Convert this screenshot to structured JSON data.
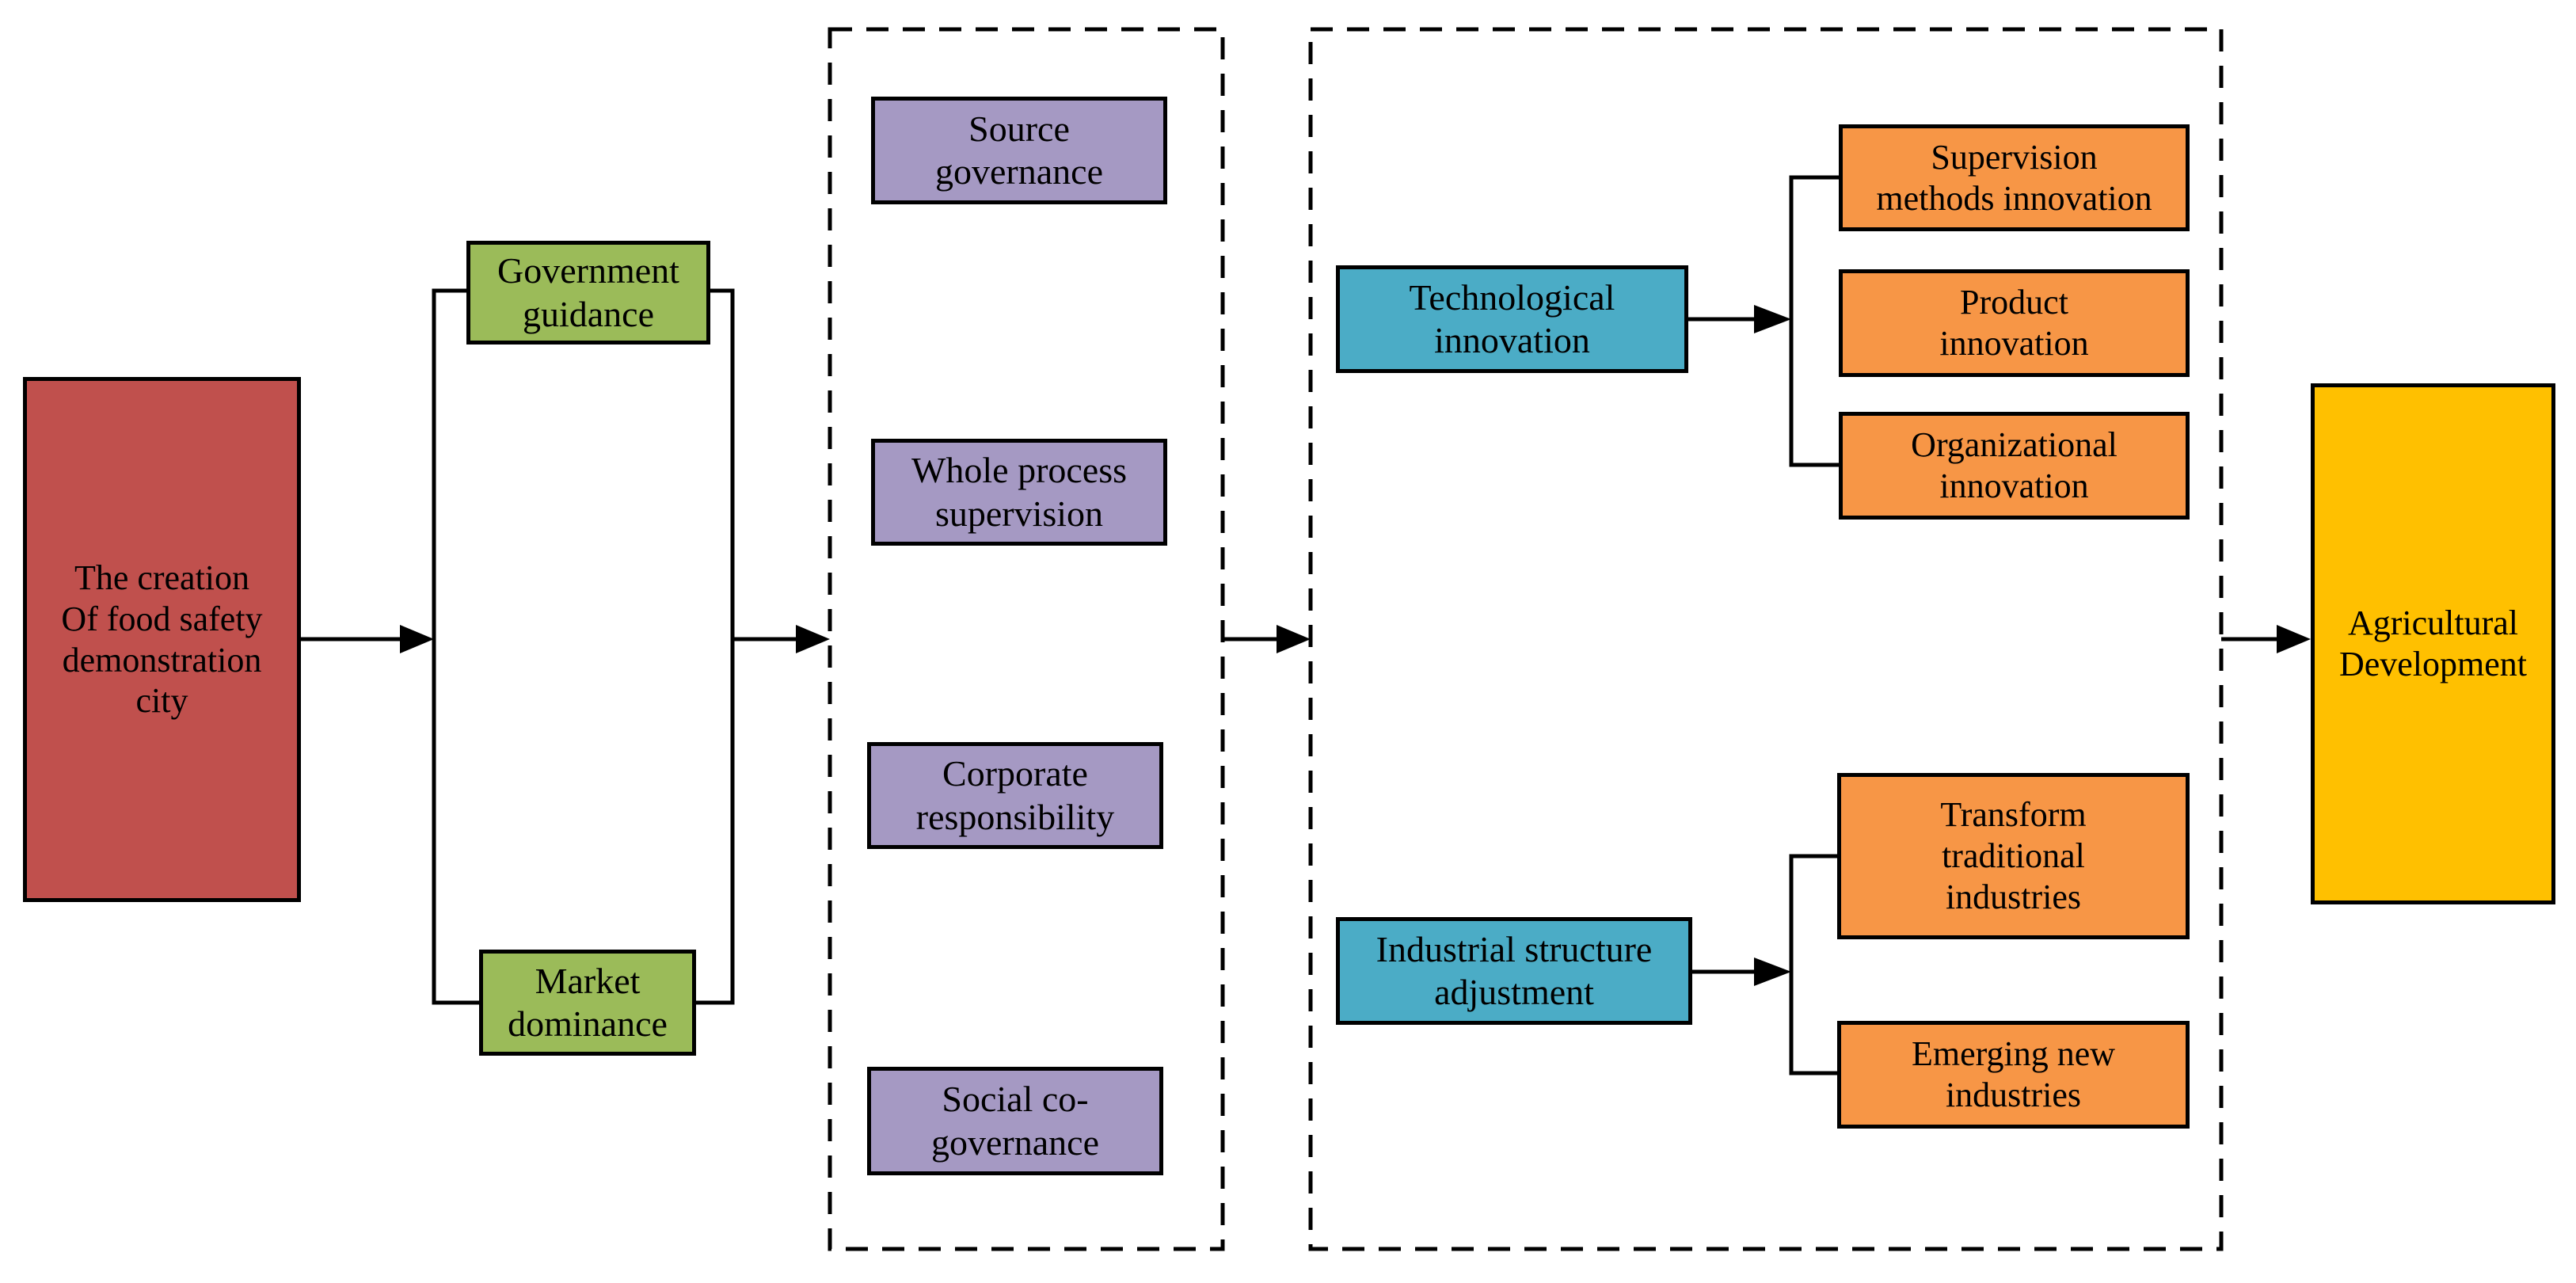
{
  "colors": {
    "start": "#C0504D",
    "driver": "#9BBB59",
    "path": "#A599C3",
    "mechanism": "#4BACC6",
    "outcome_detail": "#F79646",
    "end": "#FFC000",
    "line": "#000000"
  },
  "start": {
    "label": "The creation\nOf food safety\ndemonstration\ncity"
  },
  "drivers": [
    {
      "label": "Government\nguidance"
    },
    {
      "label": "Market\ndominance"
    }
  ],
  "paths": [
    {
      "label": "Source\ngovernance"
    },
    {
      "label": "Whole process\nsupervision"
    },
    {
      "label": "Corporate\nresponsibility"
    },
    {
      "label": "Social co-\ngovernance"
    }
  ],
  "mechanisms": [
    {
      "label": "Technological\ninnovation"
    },
    {
      "label": "Industrial structure\nadjustment"
    }
  ],
  "tech_outcomes": [
    {
      "label": "Supervision\nmethods innovation"
    },
    {
      "label": "Product\ninnovation"
    },
    {
      "label": "Organizational\ninnovation"
    }
  ],
  "industry_outcomes": [
    {
      "label": "Transform\ntraditional\nindustries"
    },
    {
      "label": "Emerging  new\nindustries"
    }
  ],
  "end": {
    "label": "Agricultural\nDevelopment"
  }
}
